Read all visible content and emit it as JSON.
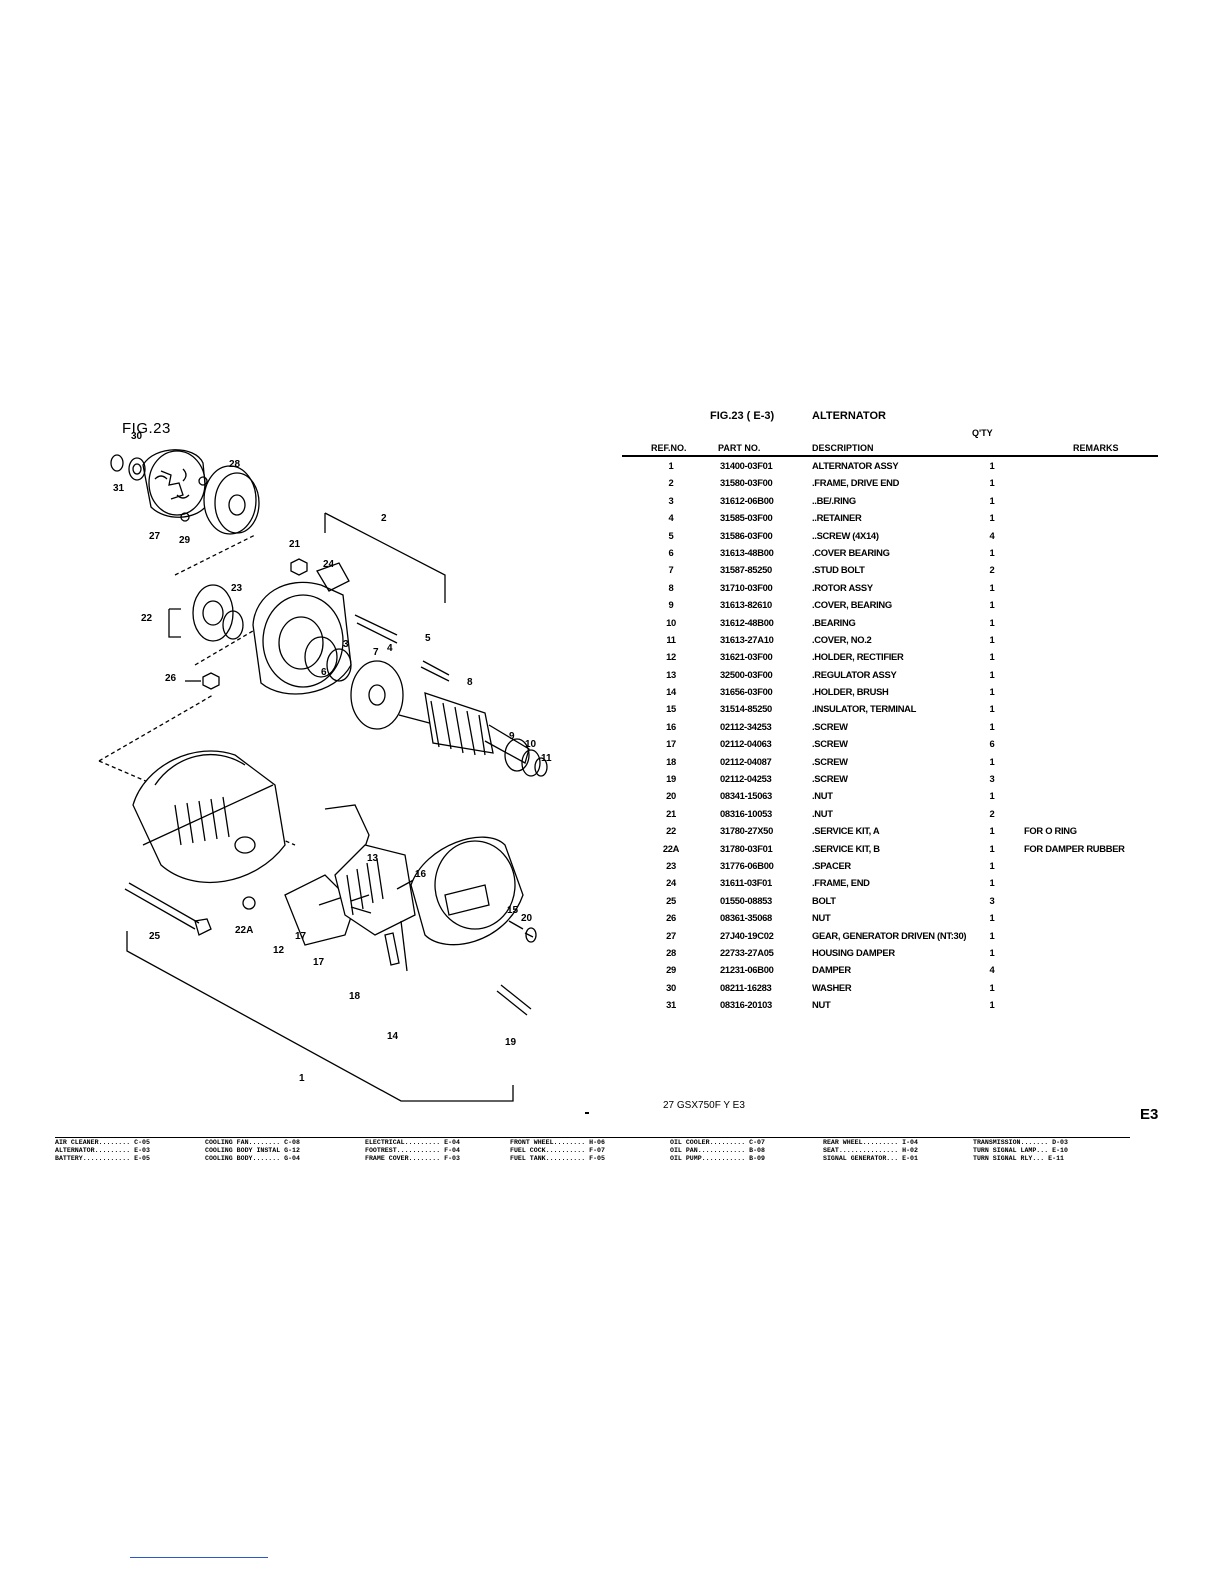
{
  "figure": {
    "label": "FIG.23",
    "callouts": [
      "30",
      "31",
      "27",
      "29",
      "28",
      "2",
      "21",
      "24",
      "22",
      "23",
      "26",
      "3",
      "6",
      "7",
      "4",
      "5",
      "8",
      "9",
      "10",
      "11",
      "13",
      "16",
      "25",
      "22A",
      "12",
      "17",
      "17",
      "18",
      "15",
      "20",
      "14",
      "19",
      "1"
    ]
  },
  "table": {
    "fig_title": "FIG.23 ( E-3)",
    "section_title": "ALTERNATOR",
    "qty_header": "Q'TY",
    "headers": {
      "ref": "REF.NO.",
      "part": "PART NO.",
      "desc": "DESCRIPTION",
      "remarks": "REMARKS"
    },
    "rows": [
      {
        "ref": "1",
        "part": "31400-03F01",
        "desc": "ALTERNATOR ASSY",
        "qty": "1",
        "remarks": ""
      },
      {
        "ref": "2",
        "part": "31580-03F00",
        "desc": ".FRAME, DRIVE END",
        "qty": "1",
        "remarks": ""
      },
      {
        "ref": "3",
        "part": "31612-06B00",
        "desc": "..BE/.RING",
        "qty": "1",
        "remarks": ""
      },
      {
        "ref": "4",
        "part": "31585-03F00",
        "desc": "..RETAINER",
        "qty": "1",
        "remarks": ""
      },
      {
        "ref": "5",
        "part": "31586-03F00",
        "desc": "..SCREW (4X14)",
        "qty": "4",
        "remarks": ""
      },
      {
        "ref": "6",
        "part": "31613-48B00",
        "desc": ".COVER BEARING",
        "qty": "1",
        "remarks": ""
      },
      {
        "ref": "7",
        "part": "31587-85250",
        "desc": ".STUD BOLT",
        "qty": "2",
        "remarks": ""
      },
      {
        "ref": "8",
        "part": "31710-03F00",
        "desc": ".ROTOR ASSY",
        "qty": "1",
        "remarks": ""
      },
      {
        "ref": "9",
        "part": "31613-82610",
        "desc": ".COVER, BEARING",
        "qty": "1",
        "remarks": ""
      },
      {
        "ref": "10",
        "part": "31612-48B00",
        "desc": ".BEARING",
        "qty": "1",
        "remarks": ""
      },
      {
        "ref": "11",
        "part": "31613-27A10",
        "desc": ".COVER, NO.2",
        "qty": "1",
        "remarks": ""
      },
      {
        "ref": "12",
        "part": "31621-03F00",
        "desc": ".HOLDER, RECTIFIER",
        "qty": "1",
        "remarks": ""
      },
      {
        "ref": "13",
        "part": "32500-03F00",
        "desc": ".REGULATOR ASSY",
        "qty": "1",
        "remarks": ""
      },
      {
        "ref": "14",
        "part": "31656-03F00",
        "desc": ".HOLDER, BRUSH",
        "qty": "1",
        "remarks": ""
      },
      {
        "ref": "15",
        "part": "31514-85250",
        "desc": ".INSULATOR, TERMINAL",
        "qty": "1",
        "remarks": ""
      },
      {
        "ref": "16",
        "part": "02112-34253",
        "desc": ".SCREW",
        "qty": "1",
        "remarks": ""
      },
      {
        "ref": "17",
        "part": "02112-04063",
        "desc": ".SCREW",
        "qty": "6",
        "remarks": ""
      },
      {
        "ref": "18",
        "part": "02112-04087",
        "desc": ".SCREW",
        "qty": "1",
        "remarks": ""
      },
      {
        "ref": "19",
        "part": "02112-04253",
        "desc": ".SCREW",
        "qty": "3",
        "remarks": ""
      },
      {
        "ref": "20",
        "part": "08341-15063",
        "desc": ".NUT",
        "qty": "1",
        "remarks": ""
      },
      {
        "ref": "21",
        "part": "08316-10053",
        "desc": ".NUT",
        "qty": "2",
        "remarks": ""
      },
      {
        "ref": "22",
        "part": "31780-27X50",
        "desc": ".SERVICE KIT, A",
        "qty": "1",
        "remarks": "FOR O RING"
      },
      {
        "ref": "22A",
        "part": "31780-03F01",
        "desc": ".SERVICE KIT, B",
        "qty": "1",
        "remarks": "FOR DAMPER RUBBER"
      },
      {
        "ref": "23",
        "part": "31776-06B00",
        "desc": ".SPACER",
        "qty": "1",
        "remarks": ""
      },
      {
        "ref": "24",
        "part": "31611-03F01",
        "desc": ".FRAME, END",
        "qty": "1",
        "remarks": ""
      },
      {
        "ref": "25",
        "part": "01550-08853",
        "desc": "BOLT",
        "qty": "3",
        "remarks": ""
      },
      {
        "ref": "26",
        "part": "08361-35068",
        "desc": "NUT",
        "qty": "1",
        "remarks": ""
      },
      {
        "ref": "27",
        "part": "27J40-19C02",
        "desc": "GEAR, GENERATOR DRIVEN (NT:30)",
        "qty": "1",
        "remarks": ""
      },
      {
        "ref": "28",
        "part": "22733-27A05",
        "desc": "HOUSING DAMPER",
        "qty": "1",
        "remarks": ""
      },
      {
        "ref": "29",
        "part": "21231-06B00",
        "desc": "DAMPER",
        "qty": "4",
        "remarks": ""
      },
      {
        "ref": "30",
        "part": "08211-16283",
        "desc": "WASHER",
        "qty": "1",
        "remarks": ""
      },
      {
        "ref": "31",
        "part": "08316-20103",
        "desc": "NUT",
        "qty": "1",
        "remarks": ""
      }
    ]
  },
  "footer": {
    "model_note": "27 GSX750F Y E3",
    "page_code": "E3"
  },
  "index": [
    [
      "AIR CLEANER........ C-05",
      "ALTERNATOR......... E-03",
      "BATTERY............ E-05"
    ],
    [
      "COOLING FAN........ C-08",
      "COOLING BODY INSTAL G-12",
      "COOLING BODY....... G-04"
    ],
    [
      "ELECTRICAL......... E-04",
      "FOOTREST........... F-04",
      "FRAME COVER........ F-03"
    ],
    [
      "FRONT WHEEL........ H-06",
      "FUEL COCK.......... F-07",
      "FUEL TANK.......... F-05"
    ],
    [
      "OIL COOLER......... C-07",
      "OIL PAN............ B-08",
      "OIL PUMP........... B-09"
    ],
    [
      "REAR WHEEL......... I-04",
      "SEAT............... H-02",
      "SIGNAL GENERATOR... E-01"
    ],
    [
      "TRANSMISSION....... D-03",
      "TURN SIGNAL LAMP... E-10",
      "TURN SIGNAL RLY... E-11"
    ]
  ]
}
